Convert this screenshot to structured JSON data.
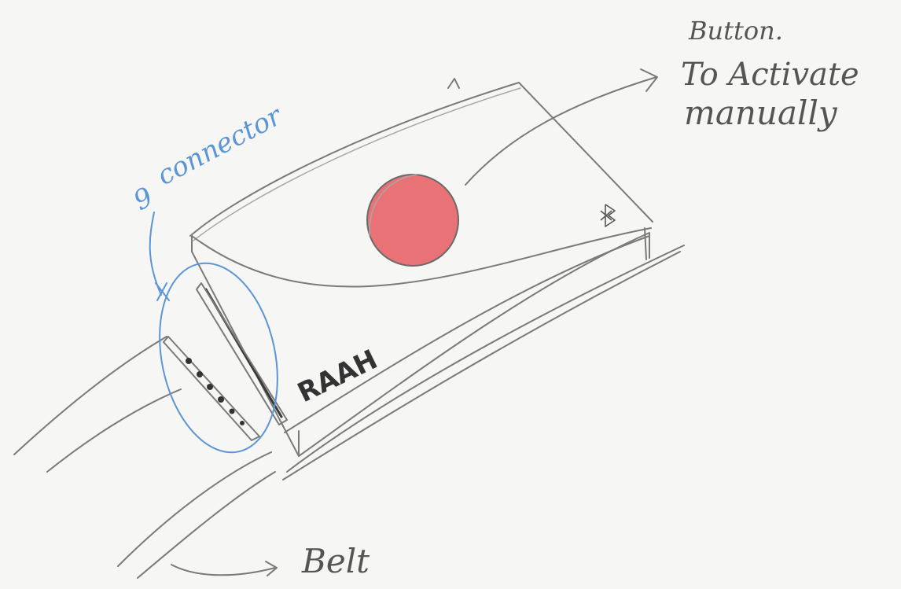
{
  "annotations": {
    "button_line1": "Button.",
    "button_line2": "To Activate",
    "button_line3": "manually",
    "connector": "connector",
    "connector_number": "9",
    "belt": "Belt",
    "brand": "RAAH"
  },
  "colors": {
    "button_fill": "#e65a5f",
    "connector_outline": "#5b95d6",
    "pencil": "#7a7a7a",
    "paper": "#f6f6f4"
  },
  "icons": {
    "wireless": "bluetooth-icon"
  }
}
